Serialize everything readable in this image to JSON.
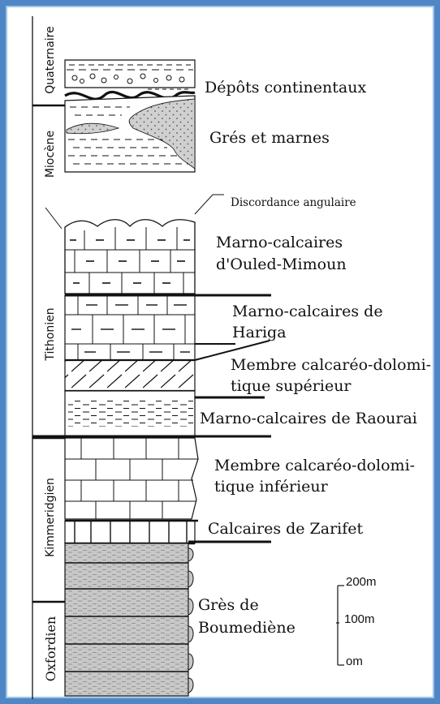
{
  "stages": [
    {
      "id": "quaternaire",
      "label": "Quaternaire"
    },
    {
      "id": "miocene",
      "label": "Miocène"
    },
    {
      "id": "tithonien",
      "label": "Tithonien"
    },
    {
      "id": "kimmeridgien",
      "label": "Kimmeridgien"
    },
    {
      "id": "oxfordien",
      "label": "Oxfordien"
    }
  ],
  "units": {
    "depots": "Dépôts continentaux",
    "gres_marnes": "Grés et marnes",
    "discordance": "Discordance angulaire",
    "ouled_1": "Marno-calcaires",
    "ouled_2": "d'Ouled-Mimoun",
    "hariga_1": "Marno-calcaires de",
    "hariga_2": "Hariga",
    "sup_1": "Membre calcaréo-dolomi-",
    "sup_2": "tique supérieur",
    "raourai": "Marno-calcaires de Raourai",
    "inf_1": "Membre calcaréo-dolomi-",
    "inf_2": "tique inférieur",
    "zarifet": "Calcaires de Zarifet",
    "boum_1": "Grès de",
    "boum_2": "Boumediène"
  },
  "scale_bar": {
    "labels": [
      "200m",
      "100m",
      "om"
    ]
  },
  "colors": {
    "border": "#4f86c6",
    "sand_fill": "#c8c8c8",
    "ink": "#111111"
  }
}
